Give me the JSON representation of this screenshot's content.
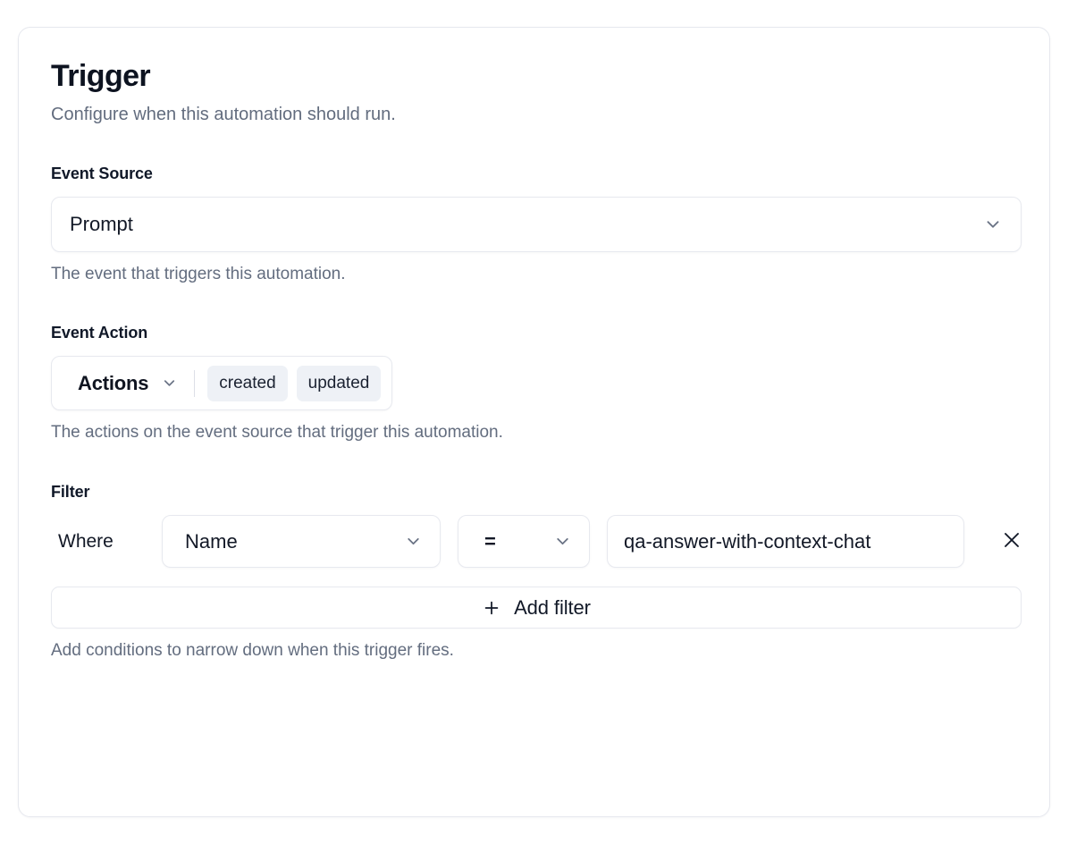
{
  "card": {
    "title": "Trigger",
    "subtitle": "Configure when this automation should run."
  },
  "event_source": {
    "label": "Event Source",
    "selected": "Prompt",
    "help": "The event that triggers this automation.",
    "chevron_icon": "chevron-down-icon"
  },
  "event_action": {
    "label": "Event Action",
    "trigger_label": "Actions",
    "chevron_icon": "chevron-down-icon",
    "chips": [
      "created",
      "updated"
    ],
    "help": "The actions on the event source that trigger this automation."
  },
  "filter": {
    "label": "Filter",
    "where_label": "Where",
    "rows": [
      {
        "field": "Name",
        "operator": "=",
        "value": "qa-answer-with-context-chat",
        "value_placeholder": "Value",
        "remove_icon": "close-icon"
      }
    ],
    "add_button": {
      "label": "Add filter",
      "icon": "plus-icon"
    },
    "help": "Add conditions to narrow down when this trigger fires."
  },
  "colors": {
    "text_primary": "#0f1521",
    "text_muted": "#636d7f",
    "border": "#e7e9ef",
    "chip_background": "#eef1f6",
    "chevron": "#6b7486"
  }
}
